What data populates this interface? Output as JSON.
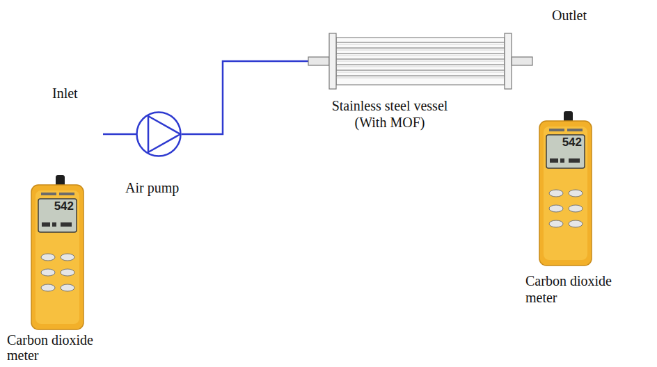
{
  "diagram": {
    "nodes": [
      {
        "text": [
          "Air pump"
        ]
      },
      {
        "text": [
          "Stainless steel vessel (With MOF)"
        ]
      }
    ],
    "edges": [
      {
        "from": 0,
        "to": 1,
        "arrow": "none"
      }
    ],
    "labels": [
      "Outlet",
      "Inlet",
      "542",
      "542",
      "Carbon dioxide meter",
      "Carbon dioxide meter"
    ]
  }
}
